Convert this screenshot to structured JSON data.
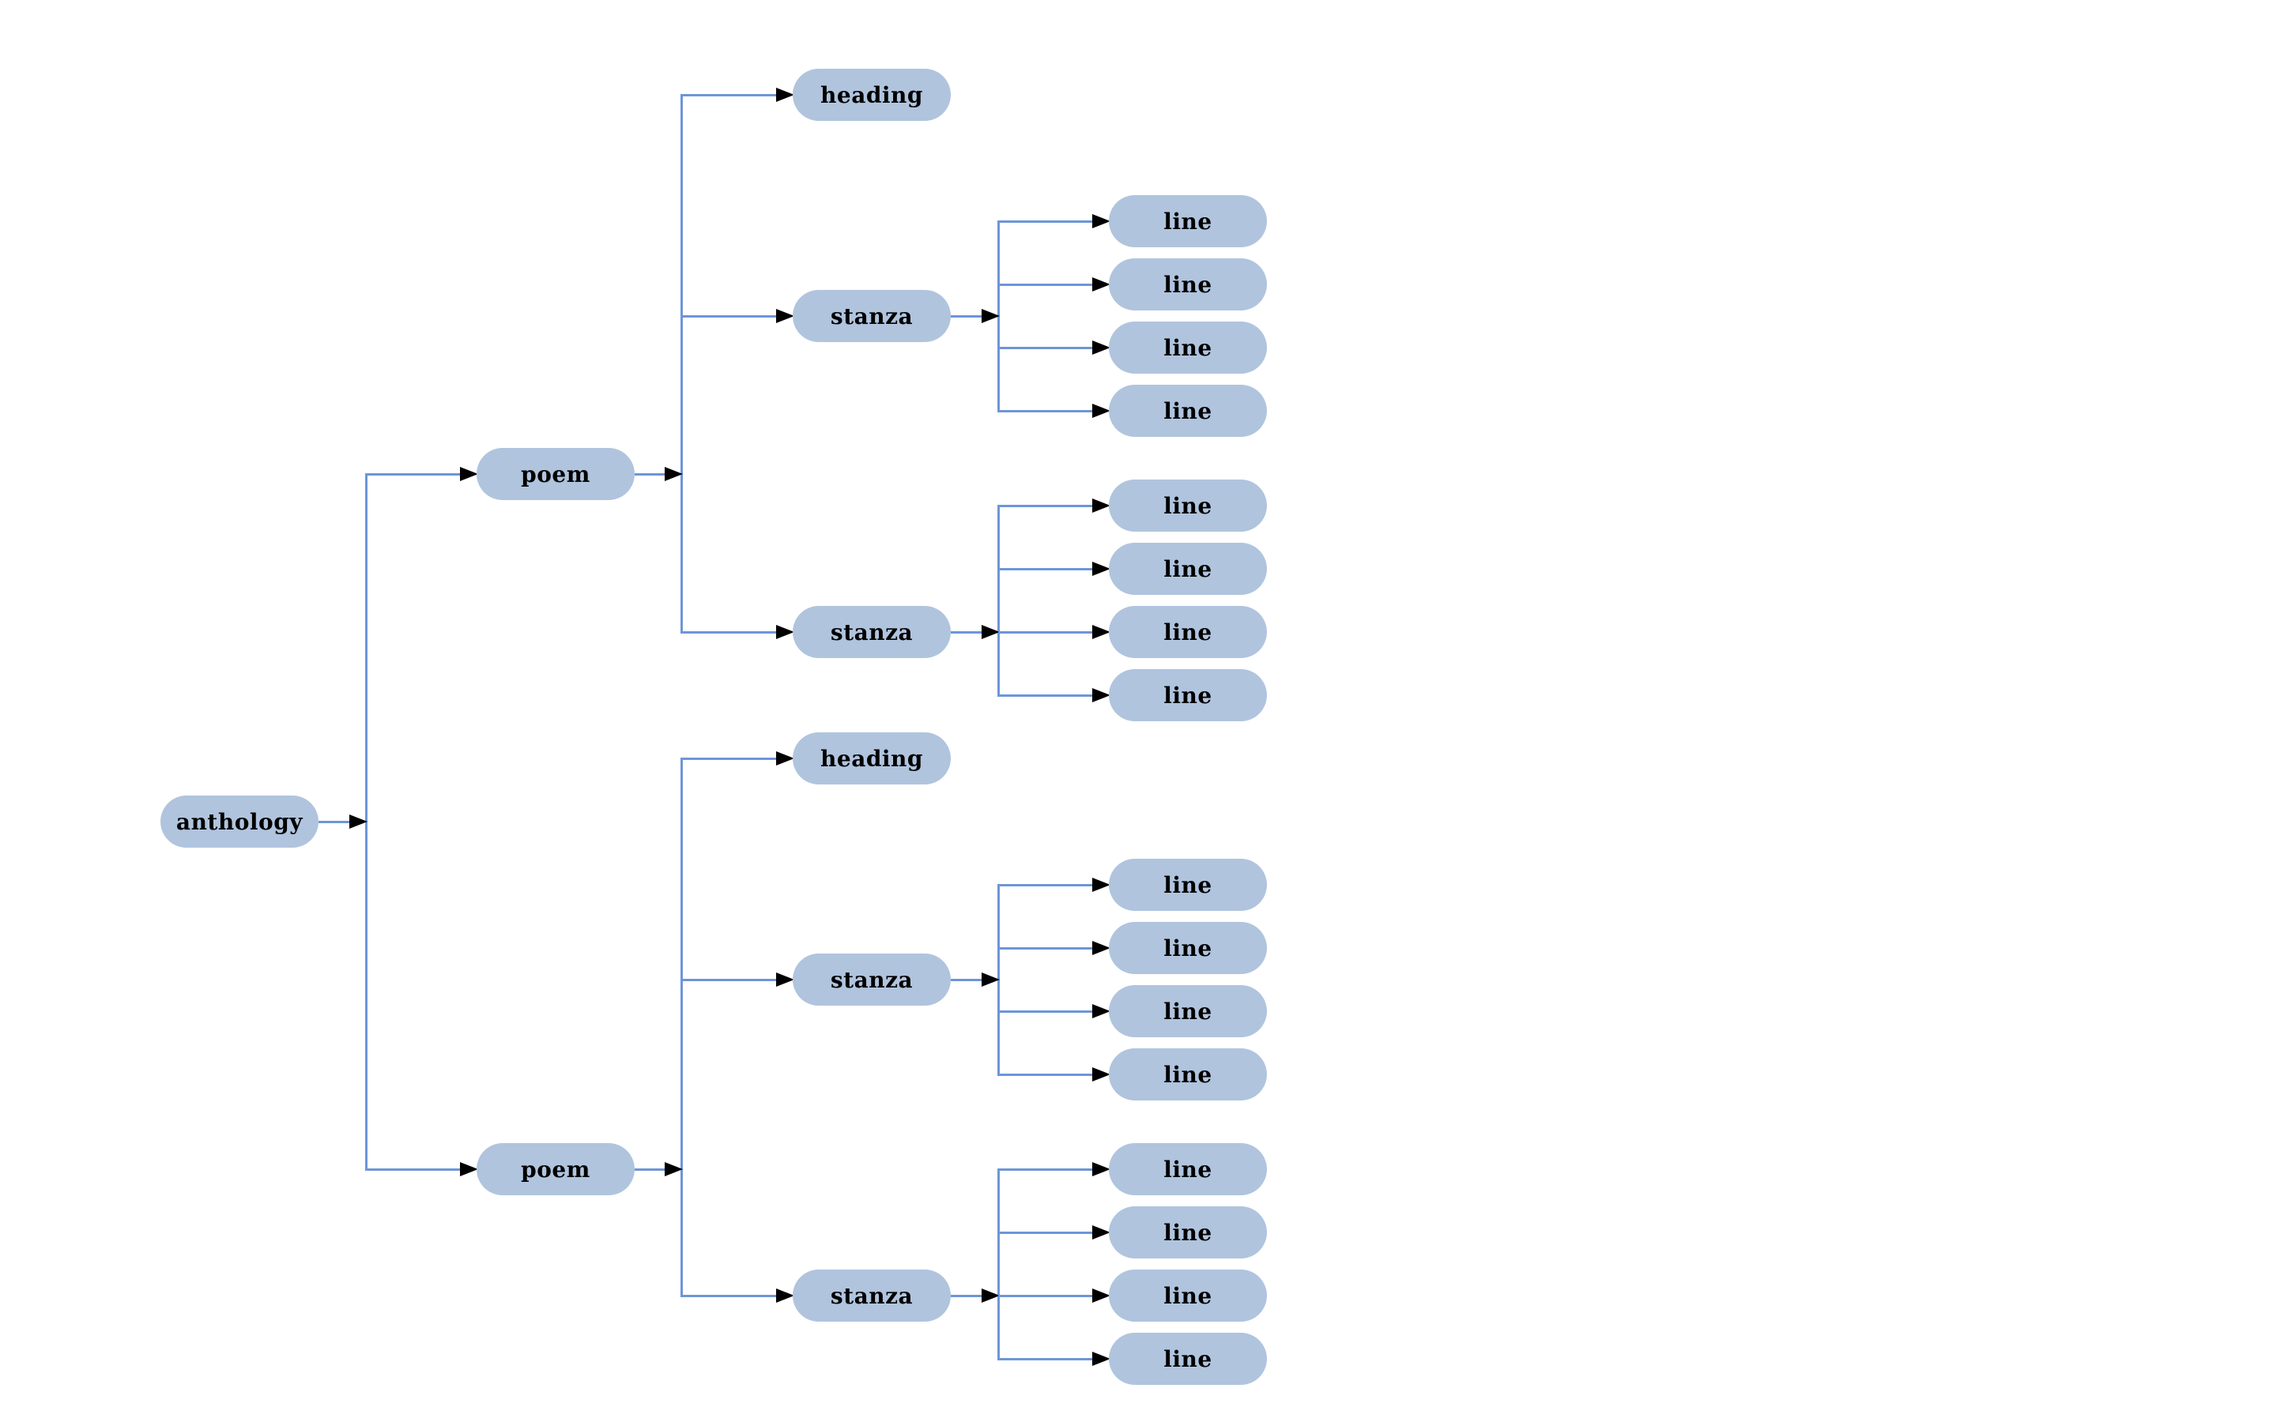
{
  "colors": {
    "background": "#ffffff",
    "node_fill": "#b0c4de",
    "node_text": "#000000",
    "connector": "#6d96d8",
    "arrowhead": "#000000"
  },
  "tree": {
    "root": {
      "label": "anthology"
    },
    "poems": [
      {
        "label": "poem",
        "heading": {
          "label": "heading"
        },
        "stanzas": [
          {
            "label": "stanza",
            "lines": [
              {
                "label": "line"
              },
              {
                "label": "line"
              },
              {
                "label": "line"
              },
              {
                "label": "line"
              }
            ]
          },
          {
            "label": "stanza",
            "lines": [
              {
                "label": "line"
              },
              {
                "label": "line"
              },
              {
                "label": "line"
              },
              {
                "label": "line"
              }
            ]
          }
        ]
      },
      {
        "label": "poem",
        "heading": {
          "label": "heading"
        },
        "stanzas": [
          {
            "label": "stanza",
            "lines": [
              {
                "label": "line"
              },
              {
                "label": "line"
              },
              {
                "label": "line"
              },
              {
                "label": "line"
              }
            ]
          },
          {
            "label": "stanza",
            "lines": [
              {
                "label": "line"
              },
              {
                "label": "line"
              },
              {
                "label": "line"
              },
              {
                "label": "line"
              }
            ]
          }
        ]
      }
    ]
  }
}
